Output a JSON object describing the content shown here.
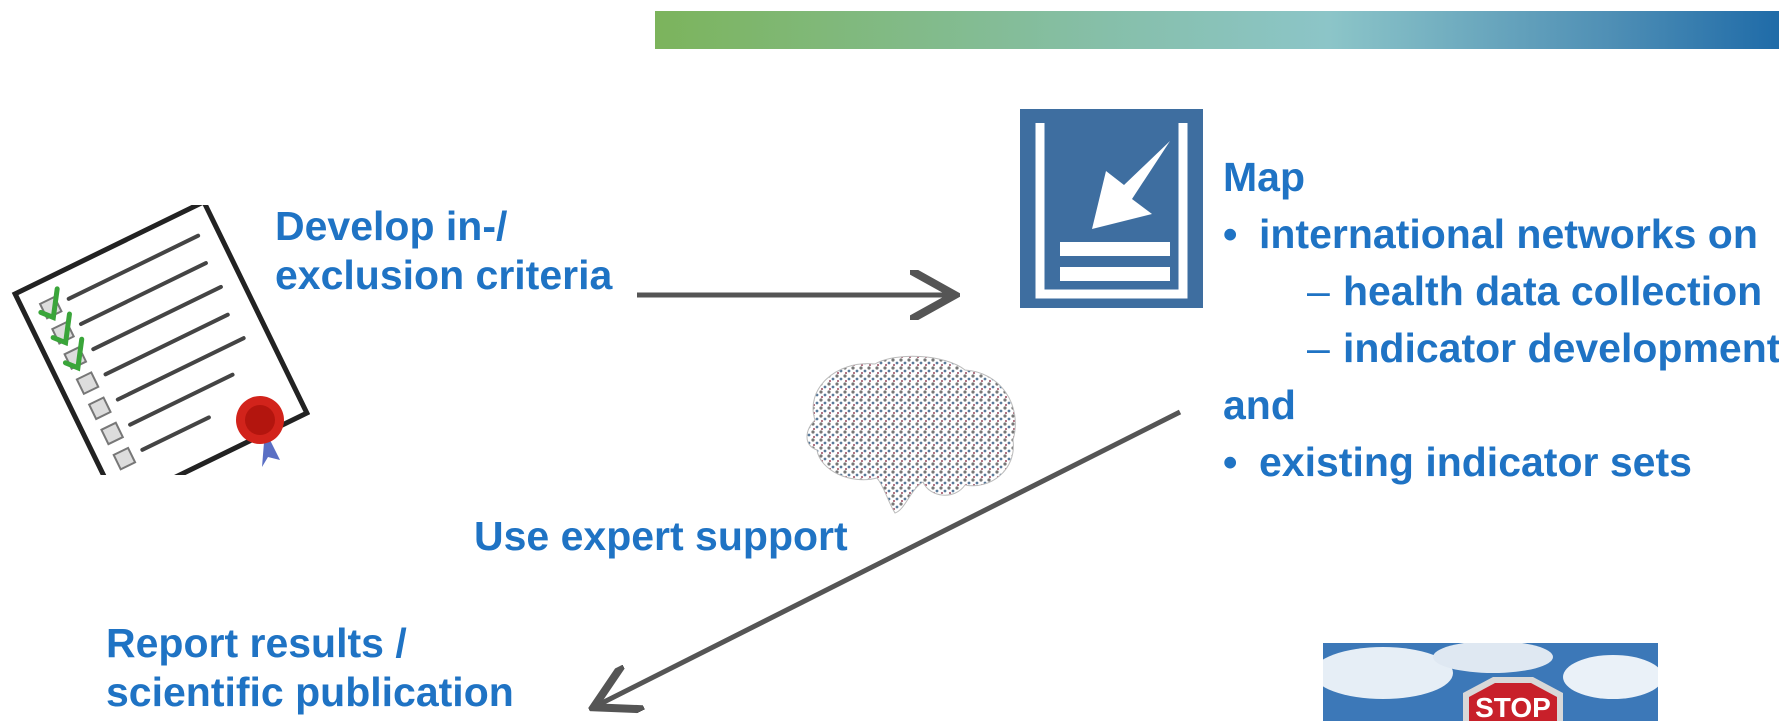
{
  "header_bar": {
    "colors": [
      "#7cb45c",
      "#8cc5c8",
      "#1f6ba8"
    ]
  },
  "steps": {
    "develop": [
      "Develop in-/",
      "exclusion criteria"
    ],
    "map": {
      "title": "Map",
      "bullet1": "international networks on",
      "sub1": "health data collection",
      "sub2": "indicator development",
      "joiner": "and",
      "bullet2": "existing indicator sets",
      "bullet_glyph": "•",
      "dash_glyph": "–"
    },
    "expert": "Use expert support",
    "report": [
      "Report results /",
      "scientific publication"
    ]
  },
  "icons": {
    "checklist": "checklist-certificate-icon",
    "map": "map-import-icon",
    "brain": "brain-network-icon",
    "stop": "stop-sign-photo"
  },
  "stop_sign_text": "STOP",
  "colors": {
    "text_blue": "#1f73c4",
    "icon_blue": "#3e6ea0",
    "arrow_gray": "#555555"
  }
}
